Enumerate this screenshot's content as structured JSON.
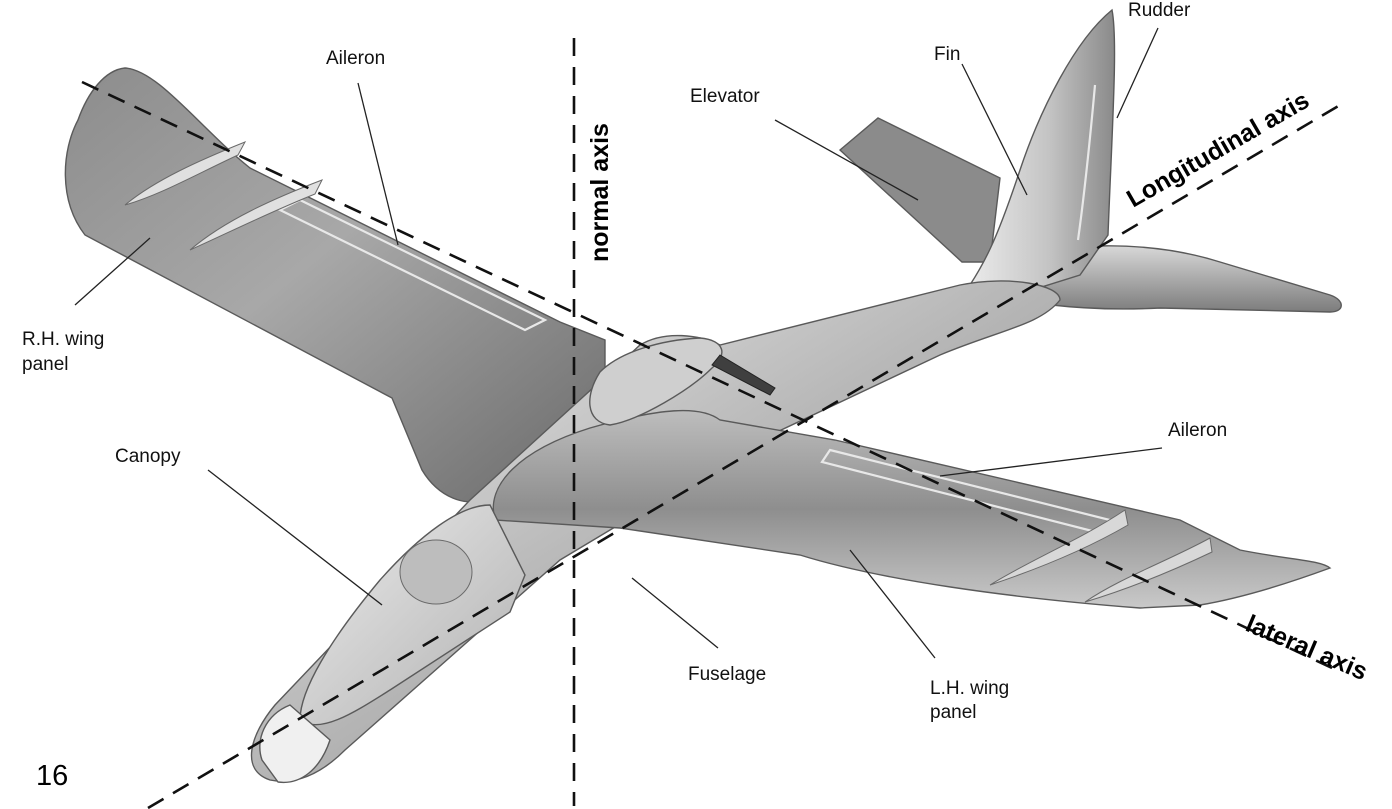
{
  "labels": {
    "rudder": "Rudder",
    "aileron_right": "Aileron",
    "elevator": "Elevator",
    "fin": "Fin",
    "longitudinal_axis": "Longitudinal axis",
    "normal_axis": "normal axis",
    "rh_wing_line1": "R.H. wing",
    "rh_wing_line2": "panel",
    "canopy": "Canopy",
    "aileron_left": "Aileron",
    "fuselage": "Fuselage",
    "lh_wing_line1": "L.H. wing",
    "lh_wing_line2": "panel",
    "lateral_axis": "lateral axis",
    "page_number": "16"
  },
  "colors": {
    "background": "#ffffff",
    "surface_dark": "#6f6f6f",
    "surface_mid": "#9c9c9c",
    "surface_light": "#dcdcdc",
    "line": "#111111"
  }
}
